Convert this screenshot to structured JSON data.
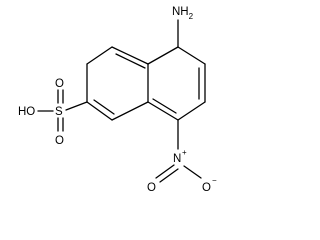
{
  "molecule": {
    "labels": {
      "amine": "NH",
      "amine_sub": "2",
      "hydroxyl": "HO",
      "sulfur": "S",
      "sulfonyl_o_top": "O",
      "sulfonyl_o_bottom": "O",
      "nitro_n": "N",
      "nitro_n_charge": "+",
      "nitro_o_left": "O",
      "nitro_o_right": "O",
      "nitro_o_charge": "−"
    },
    "colors": {
      "bond": "#000000",
      "text": "#000000",
      "background": "#ffffff"
    }
  }
}
